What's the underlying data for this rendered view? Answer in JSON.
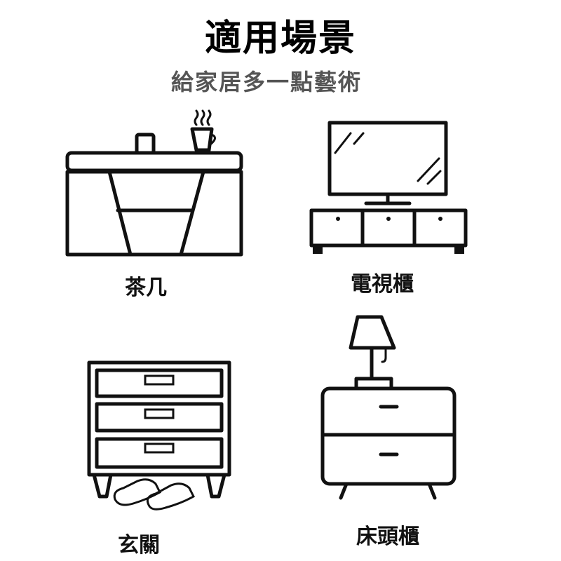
{
  "header": {
    "title": "適用場景",
    "subtitle": "給家居多一點藝術"
  },
  "scenes": [
    {
      "label": "茶几",
      "icon": "coffee-table-icon"
    },
    {
      "label": "電視櫃",
      "icon": "tv-cabinet-icon"
    },
    {
      "label": "玄關",
      "icon": "entryway-cabinet-icon"
    },
    {
      "label": "床頭櫃",
      "icon": "nightstand-icon"
    }
  ]
}
